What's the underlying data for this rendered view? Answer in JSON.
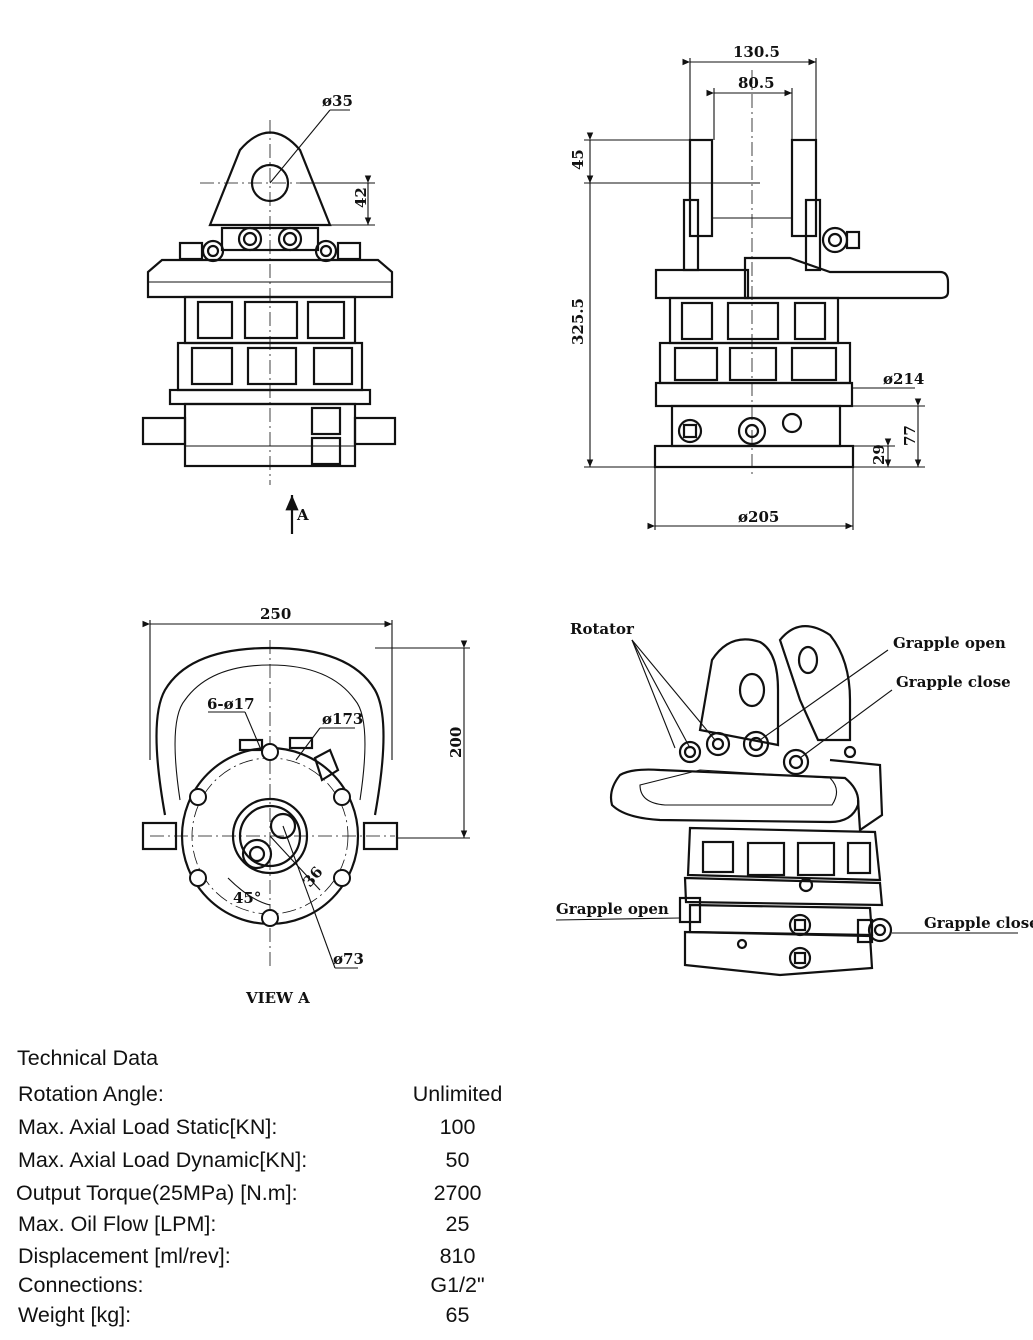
{
  "views": {
    "view_a_label": "VIEW A",
    "arrow_label": "A"
  },
  "dimensions": {
    "front": {
      "bore": "ø35",
      "eye_offset": "42"
    },
    "side": {
      "width_outer": "130.5",
      "width_inner": "80.5",
      "eye_height": "45",
      "total_height": "325.5",
      "flange_diameter": "ø214",
      "base_diameter": "ø205",
      "lower_height": "77",
      "base_height": "29"
    },
    "bottom": {
      "width": "250",
      "depth": "200",
      "holes": "6-ø17",
      "bolt_circle": "ø173",
      "center_distance": "36",
      "hub_diameter": "ø73",
      "angle": "45°"
    }
  },
  "callouts": {
    "rotator": "Rotator",
    "grapple_open_top": "Grapple open",
    "grapple_close_top": "Grapple close",
    "grapple_open_left": "Grapple open",
    "grapple_close_right": "Grapple close"
  },
  "technical_data": {
    "title": "Technical Data",
    "rows": [
      {
        "label": "Rotation Angle:",
        "value": "Unlimited"
      },
      {
        "label": "Max. Axial Load Static[KN]:",
        "value": "100"
      },
      {
        "label": "Max. Axial Load Dynamic[KN]:",
        "value": "50"
      },
      {
        "label": "Output Torque(25MPa) [N.m]:",
        "value": "2700"
      },
      {
        "label": "Max. Oil Flow [LPM]:",
        "value": "25"
      },
      {
        "label": "Displacement [ml/rev]:",
        "value": "810"
      },
      {
        "label": "Connections:",
        "value": "G1/2\""
      },
      {
        "label": "Weight [kg]:",
        "value": "65"
      }
    ]
  }
}
